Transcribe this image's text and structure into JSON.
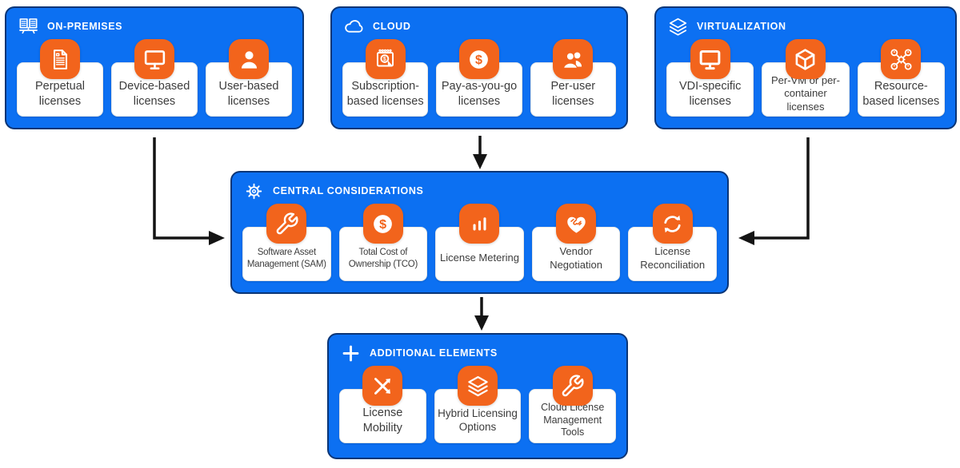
{
  "title": "Software licensing models diagram",
  "colors": {
    "box_blue": "#0c70f2",
    "icon_orange": "#f2641c",
    "card_white": "#ffffff",
    "card_text": "#3c3c3c",
    "header_text": "#ffffff",
    "arrow_black": "#141414"
  },
  "groups": [
    {
      "id": "on-premises",
      "label": "ON-PREMISES",
      "icon": "server-rack-icon",
      "cards": [
        {
          "label": "Perpetual licenses",
          "icon": "document-icon"
        },
        {
          "label": "Device-based licenses",
          "icon": "monitor-icon"
        },
        {
          "label": "User-based licenses",
          "icon": "user-icon"
        }
      ]
    },
    {
      "id": "cloud",
      "label": "CLOUD",
      "icon": "cloud-icon",
      "cards": [
        {
          "label": "Subscription-based licenses",
          "icon": "subscription-calendar-icon"
        },
        {
          "label": "Pay-as-you-go licenses",
          "icon": "dollar-coin-icon"
        },
        {
          "label": "Per-user licenses",
          "icon": "users-icon"
        }
      ]
    },
    {
      "id": "virtualization",
      "label": "VIRTUALIZATION",
      "icon": "layers-icon",
      "cards": [
        {
          "label": "VDI-specific licenses",
          "icon": "monitor-icon"
        },
        {
          "label": "Per-VM or per-container licenses",
          "icon": "cube-icon"
        },
        {
          "label": "Resource-based licenses",
          "icon": "resource-network-icon"
        }
      ]
    },
    {
      "id": "central-considerations",
      "label": "CENTRAL CONSIDERATIONS",
      "icon": "gear-icon",
      "cards": [
        {
          "label": "Software Asset Management (SAM)",
          "icon": "wrench-icon"
        },
        {
          "label": "Total Cost of Ownership (TCO)",
          "icon": "dollar-coin-icon"
        },
        {
          "label": "License Metering",
          "icon": "bar-chart-icon"
        },
        {
          "label": "Vendor Negotiation",
          "icon": "heart-handshake-icon"
        },
        {
          "label": "License Reconciliation",
          "icon": "refresh-icon"
        }
      ]
    },
    {
      "id": "additional-elements",
      "label": "ADDITIONAL ELEMENTS",
      "icon": "plus-icon",
      "cards": [
        {
          "label": "License Mobility",
          "icon": "crossed-arrows-icon"
        },
        {
          "label": "Hybrid Licensing Options",
          "icon": "layers-stack-icon"
        },
        {
          "label": "Cloud License Management Tools",
          "icon": "wrench-icon"
        }
      ]
    }
  ],
  "arrows": [
    {
      "from": "on-premises",
      "to": "central-considerations"
    },
    {
      "from": "cloud",
      "to": "central-considerations"
    },
    {
      "from": "virtualization",
      "to": "central-considerations"
    },
    {
      "from": "central-considerations",
      "to": "additional-elements"
    }
  ]
}
